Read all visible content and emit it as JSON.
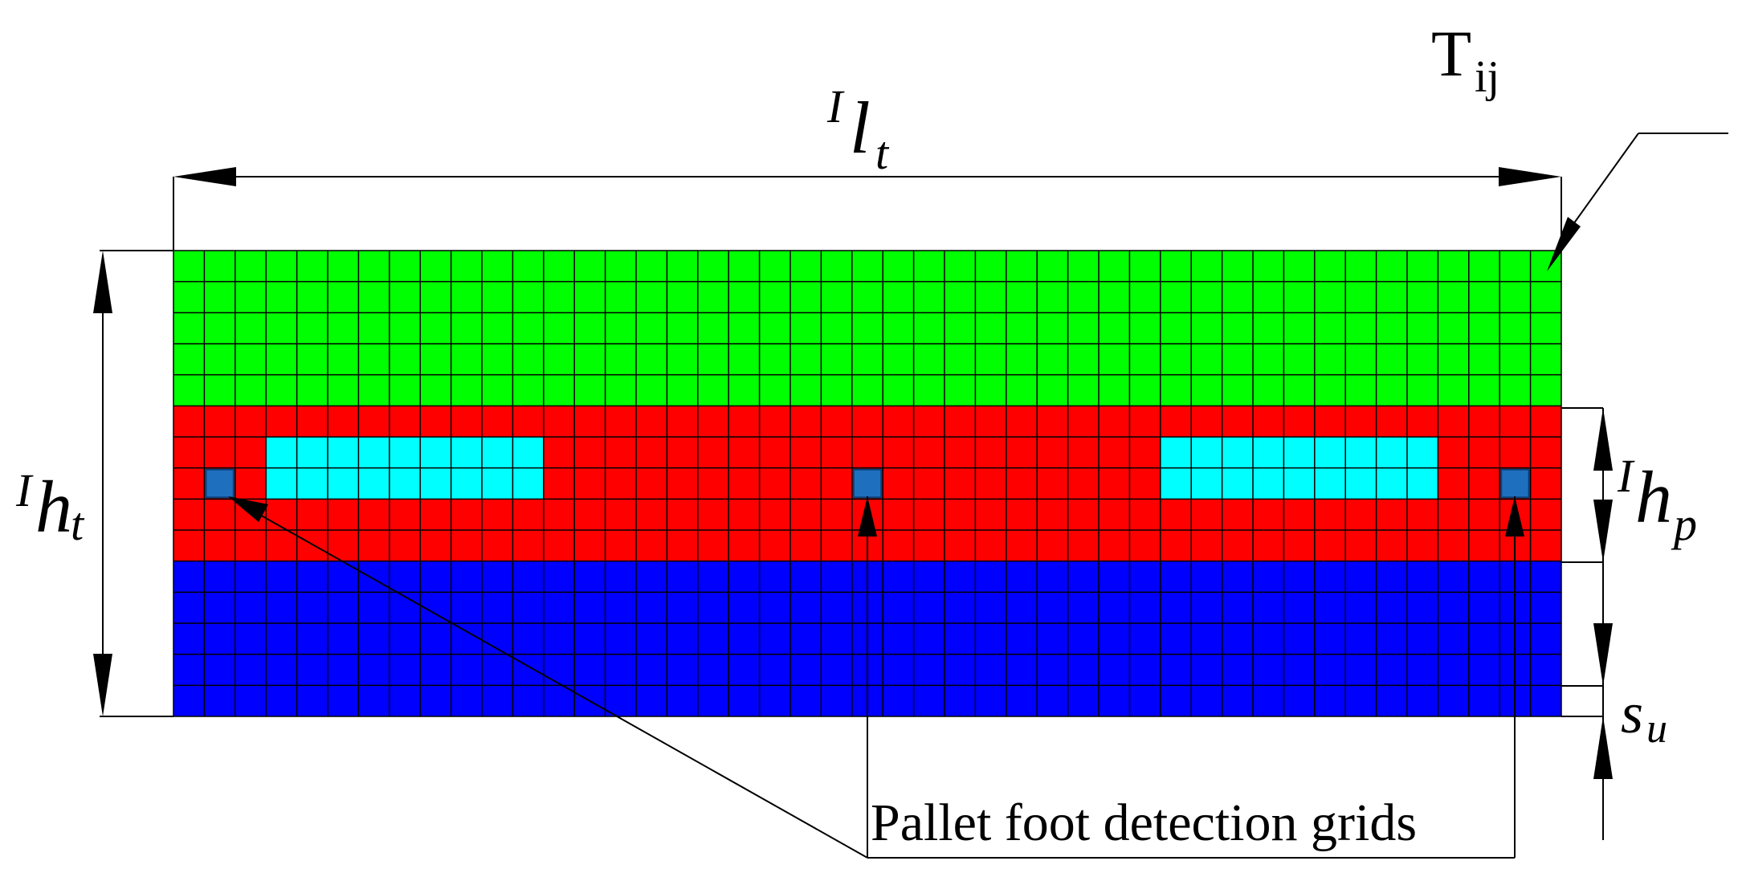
{
  "labels": {
    "top_width": {
      "sup": "I",
      "main": "l",
      "sub": "t"
    },
    "total_height": {
      "sup": "I",
      "main": "h",
      "sub": "t"
    },
    "pallet_height": {
      "sup": "I",
      "main": "h",
      "sub": "p"
    },
    "unit_step": {
      "main": "s",
      "sub": "u"
    },
    "cell": {
      "main": "T",
      "sub": "ij"
    },
    "detection_caption": "Pallet foot detection grids"
  },
  "grid": {
    "columns": 45,
    "rows": 15,
    "bands": [
      {
        "name": "top",
        "rows": 5,
        "color": "#00ff00"
      },
      {
        "name": "pallet",
        "rows": 5,
        "color": "#ff0000"
      },
      {
        "name": "bottom",
        "rows": 5,
        "color": "#0000ff"
      }
    ],
    "openings": [
      {
        "col_start": 3,
        "col_end": 12,
        "row_start": 6,
        "row_end": 8,
        "color": "#00ffff"
      },
      {
        "col_start": 32,
        "col_end": 41,
        "row_start": 6,
        "row_end": 8,
        "color": "#00ffff"
      }
    ],
    "detection_cells": [
      {
        "col": 1,
        "row": 7
      },
      {
        "col": 22,
        "row": 7
      },
      {
        "col": 43,
        "row": 7
      }
    ],
    "detection_color": "#1f6fbf"
  }
}
